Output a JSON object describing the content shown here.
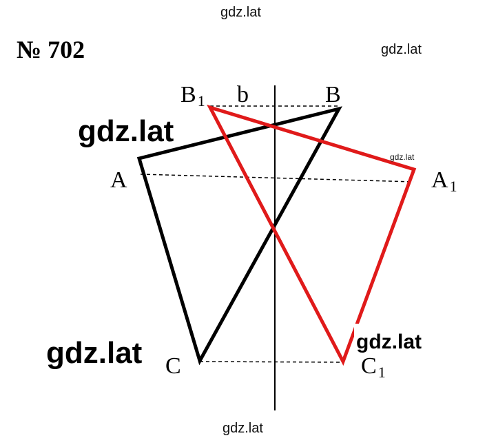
{
  "title": "№ 702",
  "watermarks": {
    "top_center": "gdz.lat",
    "top_right": "gdz.lat",
    "big_left": "gdz.lat",
    "tiny_right": "gdz.lat",
    "bottom_left": "gdz.lat",
    "bottom_right": "gdz.lat",
    "bottom_center": "gdz.lat"
  },
  "axis_label": "b",
  "points": {
    "A": "A",
    "B": "B",
    "C": "C",
    "A1": "A",
    "B1": "B",
    "C1": "C",
    "subscript": "1"
  },
  "colors": {
    "original_triangle": "#000000",
    "reflected_triangle": "#e01a1a",
    "axis": "#000000"
  }
}
